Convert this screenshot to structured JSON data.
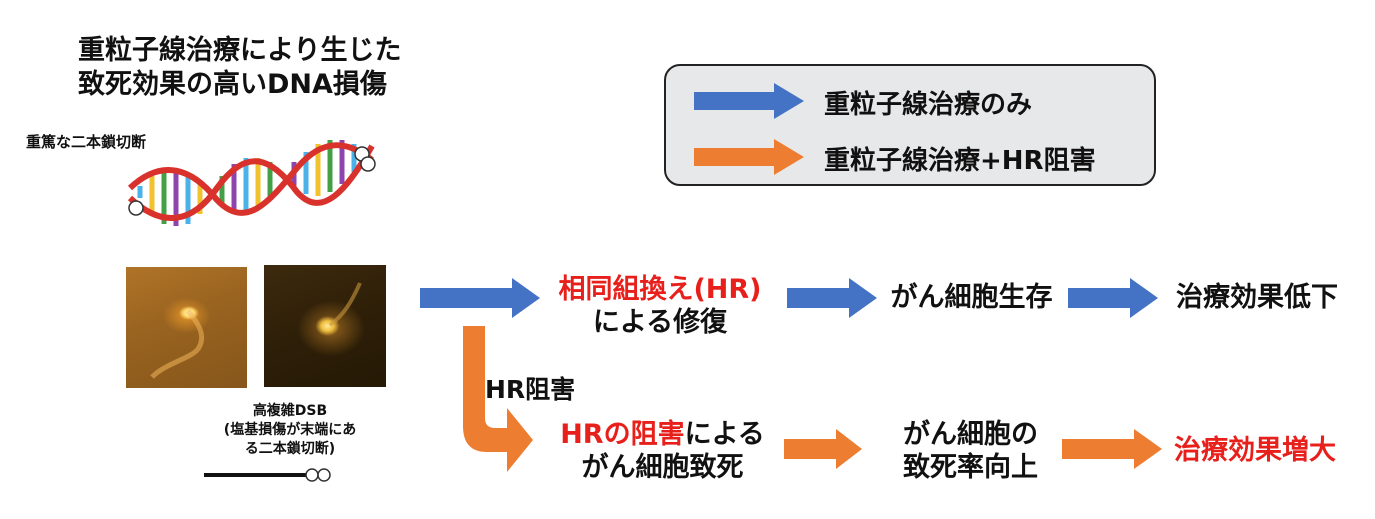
{
  "title": {
    "line1": "重粒子線治療により生じた",
    "line2": "致死効果の高いDNA損傷"
  },
  "dna": {
    "label": "重篤な二本鎖切断"
  },
  "legend": {
    "items": [
      {
        "label": "重粒子線治療のみ",
        "color": "#4472c4"
      },
      {
        "label": "重粒子線治療+HR阻害",
        "color": "#ed7d31"
      }
    ]
  },
  "images": {
    "caption": {
      "line1": "高複雑DSB",
      "line2": "(塩基損傷が末端にあ",
      "line3": "る二本鎖切断)"
    }
  },
  "top_path": {
    "node1": {
      "line1": "相同組換え(HR)",
      "line2": "による修復"
    },
    "node2": "がん細胞生存",
    "node3": "治療効果低下"
  },
  "branch_label": "HR阻害",
  "bottom_path": {
    "node1": {
      "line1_red": "HRの阻害",
      "line1_rest": "による",
      "line2": "がん細胞致死"
    },
    "node2": {
      "line1": "がん細胞の",
      "line2": "致死率向上"
    },
    "node3": "治療効果増大"
  },
  "colors": {
    "blue": "#4472c4",
    "orange": "#ed7d31",
    "red": "#e8201c"
  }
}
